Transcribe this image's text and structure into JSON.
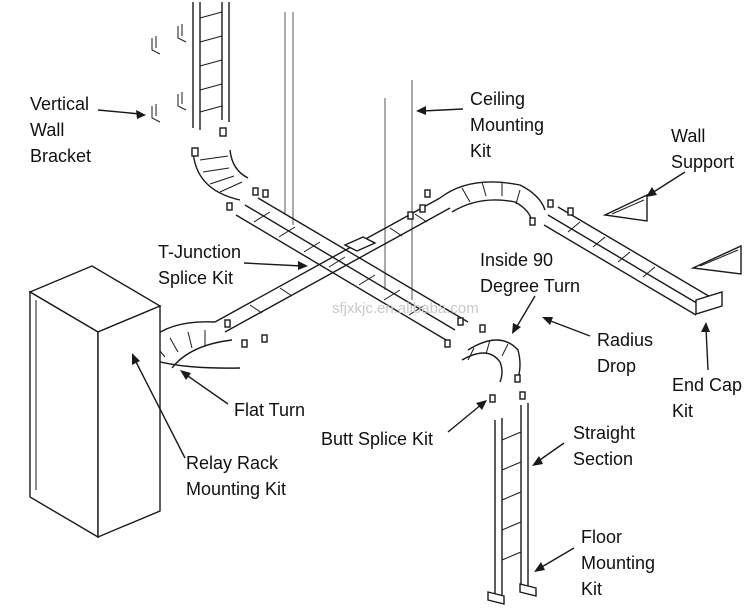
{
  "labels": {
    "vertical_wall_bracket": [
      "Vertical",
      "Wall",
      "Bracket"
    ],
    "ceiling_mounting_kit": [
      "Ceiling",
      "Mounting",
      "Kit"
    ],
    "wall_support": [
      "Wall",
      "Support"
    ],
    "t_junction_splice_kit": [
      "T-Junction",
      "Splice Kit"
    ],
    "inside_90_degree_turn": [
      "Inside 90",
      "Degree Turn"
    ],
    "radius_drop": [
      "Radius",
      "Drop"
    ],
    "end_cap_kit": [
      "End Cap",
      "Kit"
    ],
    "flat_turn": [
      "Flat Turn"
    ],
    "butt_splice_kit": [
      "Butt Splice Kit"
    ],
    "straight_section": [
      "Straight",
      "Section"
    ],
    "relay_rack_mounting_kit": [
      "Relay Rack",
      "Mounting Kit"
    ],
    "floor_mounting_kit": [
      "Floor",
      "Mounting",
      "Kit"
    ]
  },
  "watermark": "sfjxkjc.en.alibaba.com",
  "colors": {
    "line": "#1a1a1a",
    "label": "#111111",
    "watermark": "#c9c9c9",
    "background": "#ffffff"
  }
}
